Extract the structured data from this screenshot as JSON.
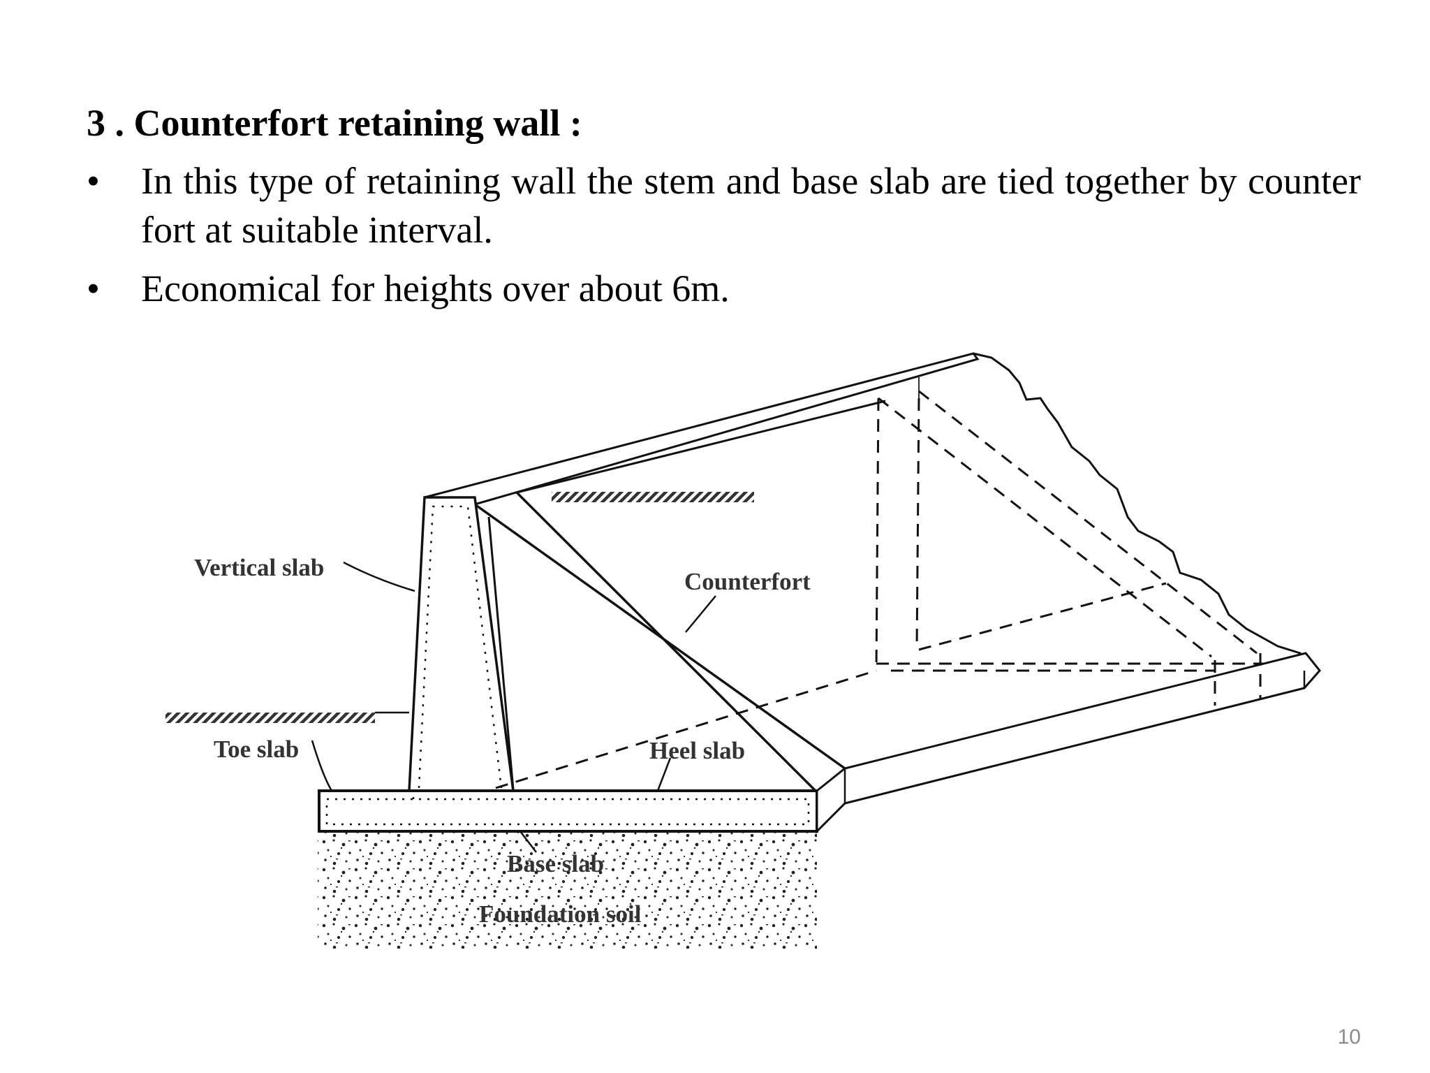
{
  "slide": {
    "heading": "3 . Counterfort retaining wall :",
    "bullets": [
      {
        "marker": "•",
        "text": "In this type of retaining wall the stem and base slab are tied together by counter fort at suitable interval."
      },
      {
        "marker": "•",
        "text": "Economical for heights over about 6m."
      }
    ],
    "page_number": "10"
  },
  "diagram": {
    "labels": {
      "vertical_slab": "Vertical slab",
      "counterfort": "Counterfort",
      "toe_slab": "Toe slab",
      "heel_slab": "Heel slab",
      "base_slab": "Base slab",
      "foundation_soil": "Foundation soil"
    }
  }
}
